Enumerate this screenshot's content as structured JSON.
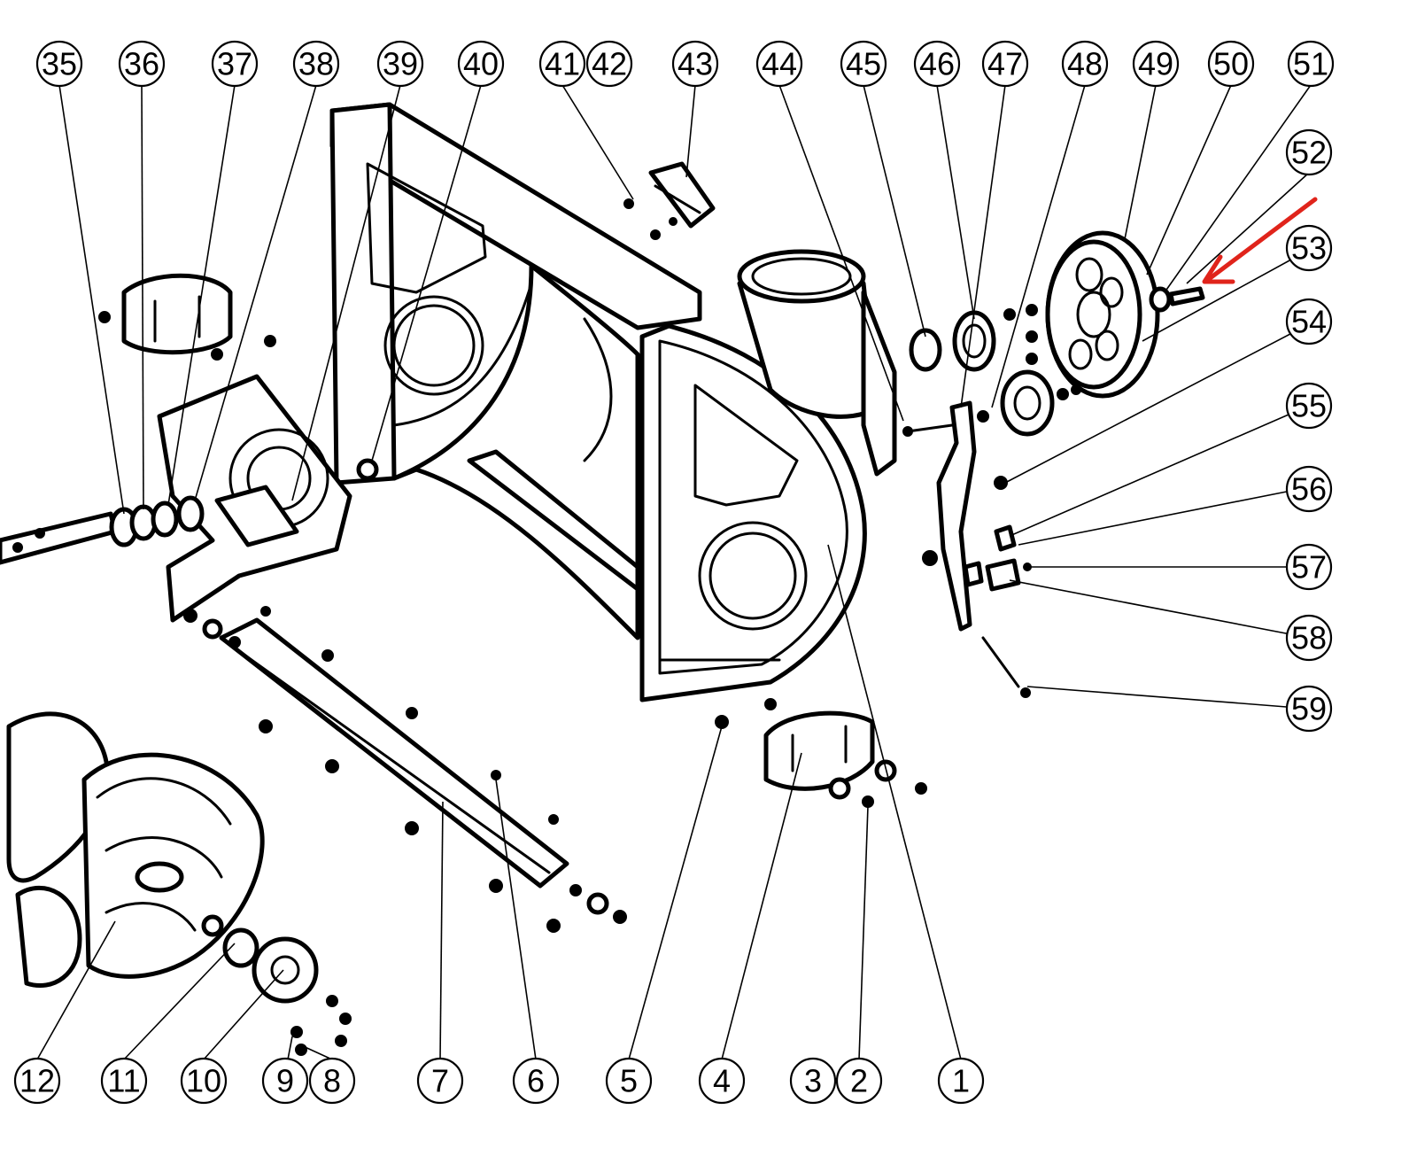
{
  "callouts": [
    {
      "label": "1"
    },
    {
      "label": "2"
    },
    {
      "label": "3"
    },
    {
      "label": "4"
    },
    {
      "label": "5"
    },
    {
      "label": "6"
    },
    {
      "label": "7"
    },
    {
      "label": "8"
    },
    {
      "label": "9"
    },
    {
      "label": "10"
    },
    {
      "label": "11"
    },
    {
      "label": "12"
    },
    {
      "label": "35"
    },
    {
      "label": "36"
    },
    {
      "label": "37"
    },
    {
      "label": "38"
    },
    {
      "label": "39"
    },
    {
      "label": "40"
    },
    {
      "label": "41"
    },
    {
      "label": "42"
    },
    {
      "label": "43"
    },
    {
      "label": "44"
    },
    {
      "label": "45"
    },
    {
      "label": "46"
    },
    {
      "label": "47"
    },
    {
      "label": "48"
    },
    {
      "label": "49"
    },
    {
      "label": "50"
    },
    {
      "label": "51"
    },
    {
      "label": "52"
    },
    {
      "label": "53"
    },
    {
      "label": "54"
    },
    {
      "label": "55"
    },
    {
      "label": "56"
    },
    {
      "label": "57"
    },
    {
      "label": "58"
    },
    {
      "label": "59"
    }
  ],
  "highlight": {
    "target": "51",
    "color": "#e0241b"
  }
}
